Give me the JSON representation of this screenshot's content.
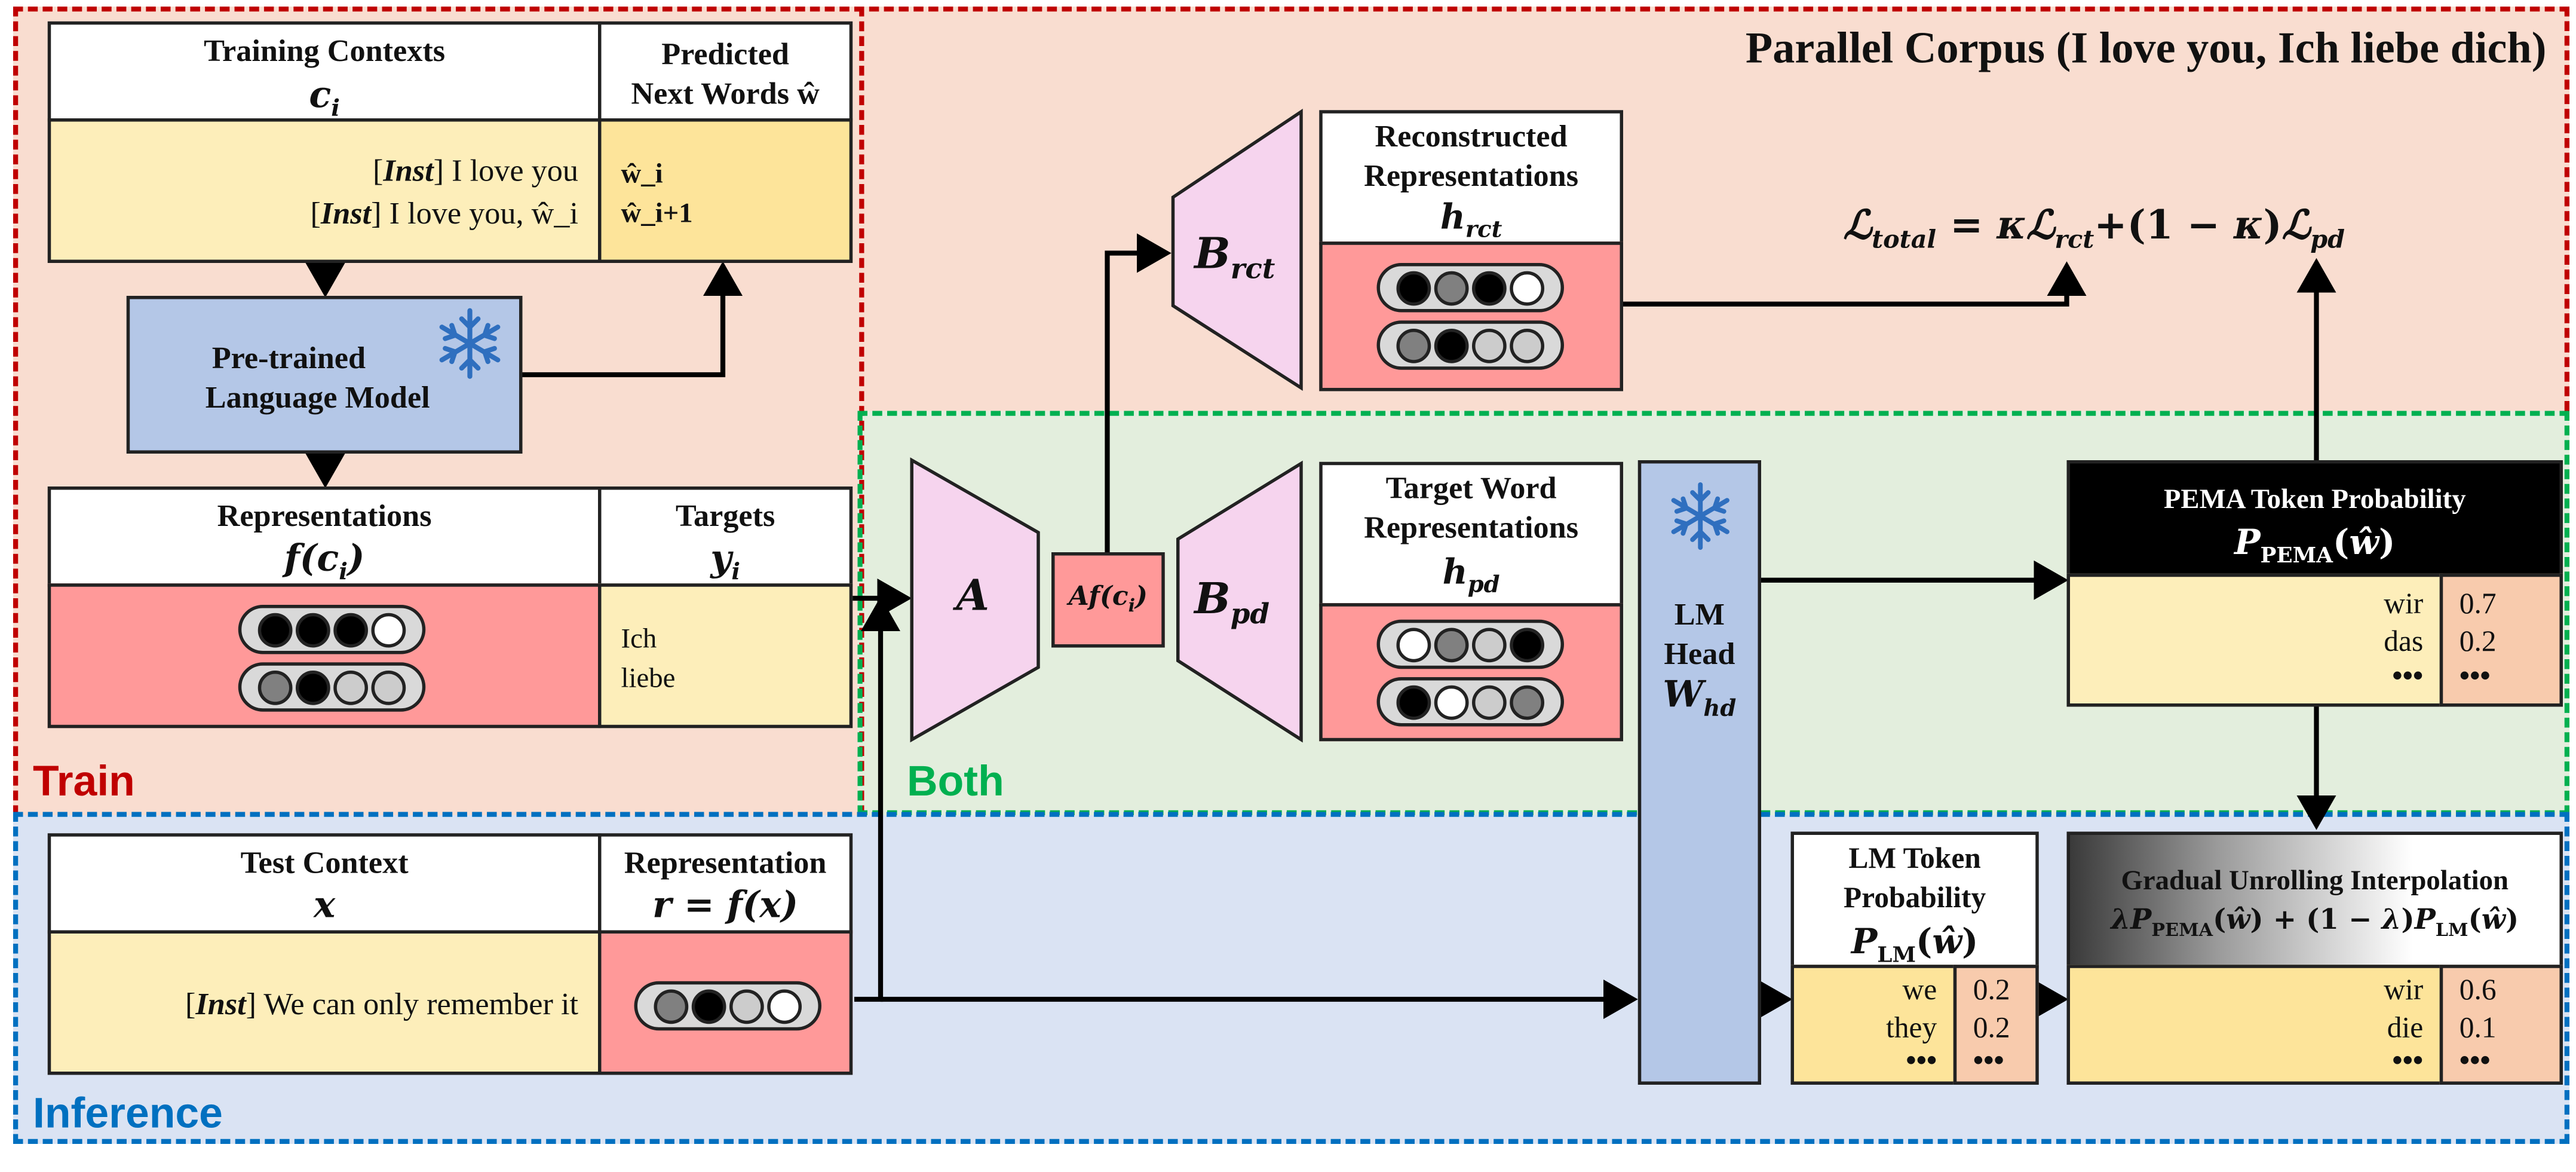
{
  "title": "Parallel Corpus (I love you, Ich liebe dich)",
  "regions": {
    "train": "Train",
    "both": "Both",
    "inference": "Inference"
  },
  "colors": {
    "train_bg": "#f9ddd0",
    "train_border": "#c00000",
    "both_bg": "#e3eedd",
    "both_border": "#00b050",
    "inf_bg": "#dae3f3",
    "inf_border": "#0070c0",
    "yellow": "#fdeeba",
    "yellow_dark": "#fde49a",
    "red": "#ff9999",
    "blue": "#b4c7e7",
    "pink": "#f6d4ee",
    "orange": "#f8cbad",
    "black": "#000000"
  },
  "training_table": {
    "col1_header": "Training Contexts",
    "col1_symbol": "c_i",
    "col2_header_line1": "Predicted",
    "col2_header_line2": "Next Words ŵ",
    "row1_tag": "Inst",
    "row1_text": "I love you",
    "row2_tag": "Inst",
    "row2_text": "I love you, ŵ_i",
    "next1": "ŵ_i",
    "next2": "ŵ_i+1"
  },
  "plm": {
    "line1": "Pre-trained",
    "line2": "Language Model",
    "icon": "snowflake-icon"
  },
  "rep_table": {
    "col1_header": "Representations",
    "col1_symbol": "f(c_i)",
    "col2_header": "Targets",
    "col2_symbol": "y_i",
    "targets": [
      "Ich",
      "liebe"
    ]
  },
  "test_table": {
    "col1_header": "Test Context",
    "col1_symbol": "x",
    "col2_header": "Representation",
    "col2_symbol": "r = f(x)",
    "tag": "Inst",
    "text": "We can only remember it"
  },
  "adapters": {
    "a": "A",
    "af": "Af(c_i)",
    "b_rct": "B_rct",
    "b_pd": "B_pd"
  },
  "reconstructed": {
    "line1": "Reconstructed",
    "line2": "Representations",
    "symbol": "h_rct"
  },
  "target_word": {
    "line1": "Target Word",
    "line2": "Representations",
    "symbol": "h_pd"
  },
  "loss": "ℒ_total = κℒ_rct + (1 − κ)ℒ_pd",
  "lm_head": {
    "line1": "LM",
    "line2": "Head",
    "symbol": "W_hd",
    "icon": "snowflake-icon"
  },
  "pema_prob": {
    "title": "PEMA Token Probability",
    "symbol": "P_PEMA(ŵ)",
    "words": [
      "wir",
      "das",
      "•••"
    ],
    "probs": [
      "0.7",
      "0.2",
      "•••"
    ]
  },
  "lm_prob": {
    "line1": "LM Token",
    "line2": "Probability",
    "symbol": "P_LM(ŵ)",
    "words": [
      "we",
      "they",
      "•••"
    ],
    "probs": [
      "0.2",
      "0.2",
      "•••"
    ]
  },
  "interp": {
    "title": "Gradual Unrolling Interpolation",
    "formula": "λP_PEMA(ŵ) + (1 − λ)P_LM(ŵ)",
    "words": [
      "wir",
      "die",
      "•••"
    ],
    "probs": [
      "0.6",
      "0.1",
      "•••"
    ]
  },
  "pills": {
    "rep1": [
      1,
      1,
      1,
      0
    ],
    "rep2": [
      0.5,
      1,
      0.2,
      0.2
    ],
    "rct1": [
      1,
      0.5,
      1,
      0
    ],
    "rct2": [
      0.5,
      1,
      0.2,
      0.2
    ],
    "pd1": [
      0,
      0.5,
      0.2,
      1
    ],
    "pd2": [
      1,
      0,
      0.2,
      0.5
    ],
    "test": [
      0.5,
      1,
      0.2,
      0
    ]
  }
}
